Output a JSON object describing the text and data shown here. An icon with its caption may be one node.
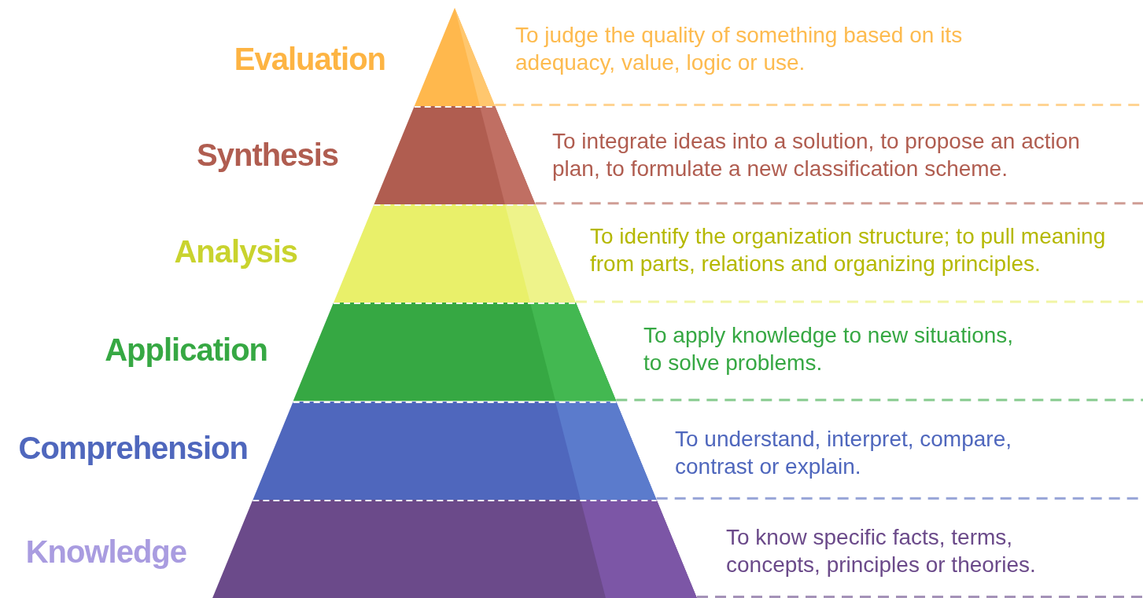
{
  "diagram": {
    "nodes": [
      {
        "text": [
          "Evaluation"
        ],
        "beside": [
          "To judge the quality of something based on its adequacy, value, logic or use."
        ]
      },
      {
        "text": [
          "Synthesis"
        ],
        "beside": [
          "To integrate ideas into a solution, to propose an action plan, to formulate a new classification scheme."
        ]
      },
      {
        "text": [
          "Analysis"
        ],
        "beside": [
          "To identify the organization structure; to pull meaning from parts, relations and organizing principles."
        ]
      },
      {
        "text": [
          "Application"
        ],
        "beside": [
          "To apply knowledge to new situations, to solve problems."
        ]
      },
      {
        "text": [
          "Comprehension"
        ],
        "beside": [
          "To understand, interpret, compare, contrast or explain."
        ]
      },
      {
        "text": [
          "Knowledge"
        ],
        "beside": [
          "To know specific facts, terms, concepts, principles or theories."
        ]
      }
    ]
  }
}
